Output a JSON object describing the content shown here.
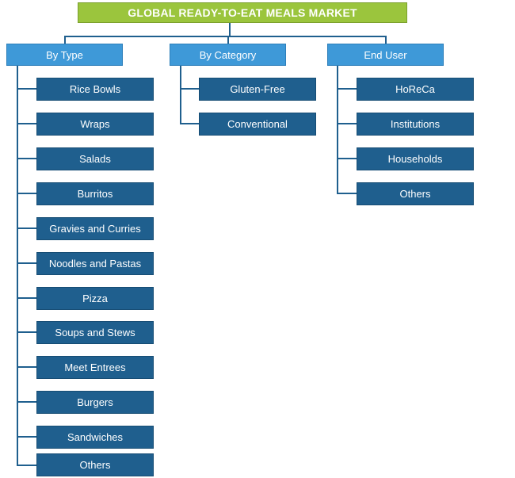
{
  "title": "GLOBAL READY-TO-EAT MEALS MARKET",
  "categories": [
    {
      "label": "By Type",
      "items": [
        "Rice Bowls",
        "Wraps",
        "Salads",
        "Burritos",
        "Gravies and Curries",
        "Noodles and Pastas",
        "Pizza",
        "Soups and Stews",
        "Meet Entrees",
        "Burgers",
        "Sandwiches",
        "Others"
      ]
    },
    {
      "label": "By Category",
      "items": [
        "Gluten-Free",
        "Conventional"
      ]
    },
    {
      "label": "End User",
      "items": [
        "HoReCa",
        "Institutions",
        "Households",
        "Others"
      ]
    }
  ]
}
